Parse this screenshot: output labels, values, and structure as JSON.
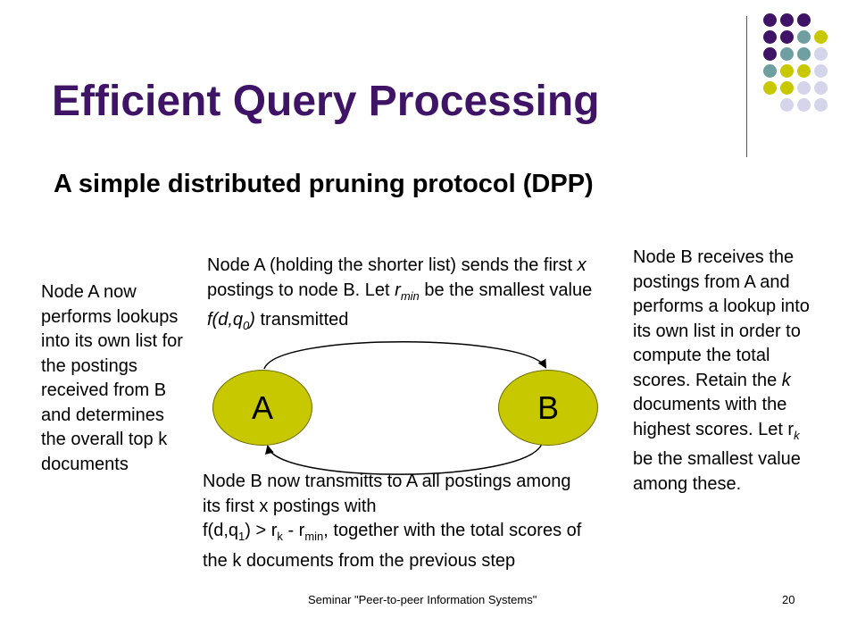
{
  "slide": {
    "title": "Efficient Query Processing",
    "subtitle": "A simple distributed pruning protocol (DPP)"
  },
  "nodes": {
    "a_label": "A",
    "b_label": "B"
  },
  "notes": {
    "left": "Node A now performs lookups into its own list for the postings received from B and determines the overall top k documents",
    "top": {
      "part1": "Node A (holding the shorter list) sends the first ",
      "x": "x",
      "part2": " postings to node B. Let ",
      "r": "r",
      "r_sub": "min",
      "part3": " be the smallest value ",
      "func": "f(d,q",
      "func_sub": "0",
      "func_end": ")",
      "part4": " transmitted"
    },
    "right": {
      "part1": "Node B receives the postings from A and performs a lookup into its own list in order to compute the total scores. Retain the ",
      "k": "k",
      "part2": " documents with the highest scores. Let r",
      "k_sub": "k",
      "part3": " be the smallest value among these."
    },
    "bottom": {
      "line1": "Node B now transmitts to A all postings among its first x postings with",
      "f_start": " f(d,q",
      "q_sub": "1",
      "f_mid": ") > r",
      "k_sub": "k",
      "minus": " - r",
      "min_sub": "min",
      "rest": ", together with the total scores of the k documents from the previous step"
    }
  },
  "footer": {
    "text": "Seminar \"Peer-to-peer Information Systems\"",
    "page": "20"
  },
  "colors": {
    "title": "#3f1466",
    "node_fill": "#c8c800",
    "dot_purple": "#3f1466",
    "dot_teal": "#6f9fa0",
    "dot_olive": "#c8c800",
    "dot_lavender": "#d4d4ea"
  },
  "decor": {
    "dot_grid": [
      [
        "purple",
        "purple",
        "purple"
      ],
      [
        "purple",
        "purple",
        "teal",
        "olive"
      ],
      [
        "purple",
        "teal",
        "teal",
        "lavender"
      ],
      [
        "teal",
        "olive",
        "olive",
        "lavender"
      ],
      [
        "olive",
        "olive",
        "lavender",
        "lavender"
      ],
      [
        "lavender",
        "lavender",
        "lavender"
      ]
    ]
  }
}
